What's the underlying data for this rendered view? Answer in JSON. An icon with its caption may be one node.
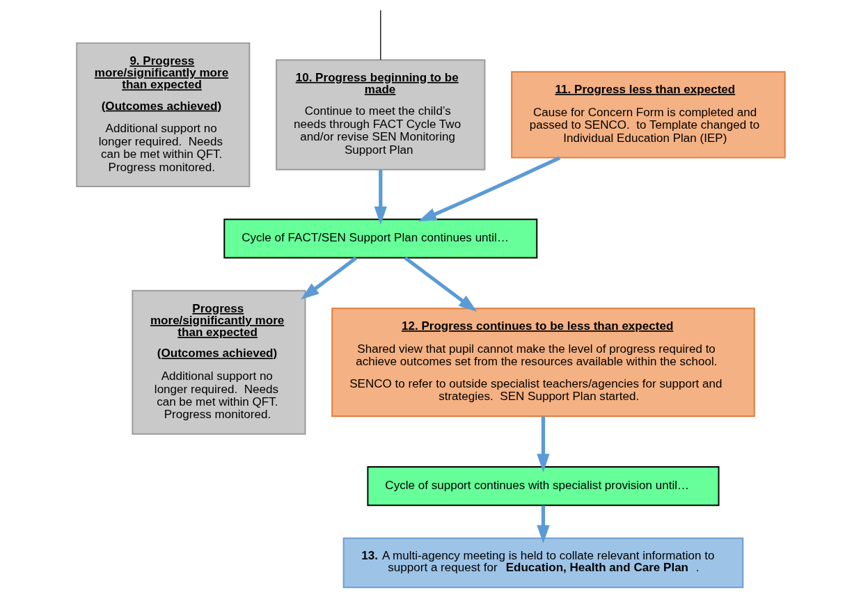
{
  "diagram": {
    "nodes": [
      {
        "text": [
          "9. Progress more/significantly more than expected",
          "(Outcomes achieved)",
          "Additional support no longer required.  Needs can be met within QFT.  Progress monitored."
        ]
      },
      {
        "text": [
          "10. Progress beginning to be made",
          "Continue to meet the child’s needs through FACT Cycle Two and/or revise SEN Monitoring Support Plan"
        ]
      },
      {
        "text": [
          "11. Progress less than expected",
          "Cause for Concern Form is completed and passed to SENCO.  to Template changed to Individual Education Plan (IEP)"
        ]
      },
      {
        "text": [
          "Cycle of FACT/SEN Support Plan continues until…"
        ]
      },
      {
        "text": [
          "Progress more/significantly more than expected",
          "(Outcomes achieved)",
          "Additional support no longer required.  Needs can be met within QFT.  Progress monitored."
        ]
      },
      {
        "text": [
          "12. Progress continues to be less than expected",
          "Shared view that pupil cannot make the level of progress required to achieve outcomes set from the resources available within the school.",
          "SENCO to refer to outside specialist teachers/agencies for support and strategies.  SEN Support Plan started."
        ]
      },
      {
        "text": [
          "Cycle of support continues with specialist provision until…"
        ]
      },
      {
        "text": [
          "**13.** A multi-agency meeting is held to collate relevant information to support a request for **Education, Health and Care Plan**."
        ]
      }
    ],
    "edges": [
      {
        "from": null,
        "to": 1,
        "arrow": "none",
        "color": "#000000"
      },
      {
        "from": 1,
        "to": 3,
        "arrow": "to"
      },
      {
        "from": 2,
        "to": 3,
        "arrow": "to"
      },
      {
        "from": 3,
        "to": 4,
        "arrow": "to"
      },
      {
        "from": 3,
        "to": 5,
        "arrow": "to"
      },
      {
        "from": 5,
        "to": 6,
        "arrow": "to"
      },
      {
        "from": 6,
        "to": 7,
        "arrow": "to"
      }
    ]
  }
}
